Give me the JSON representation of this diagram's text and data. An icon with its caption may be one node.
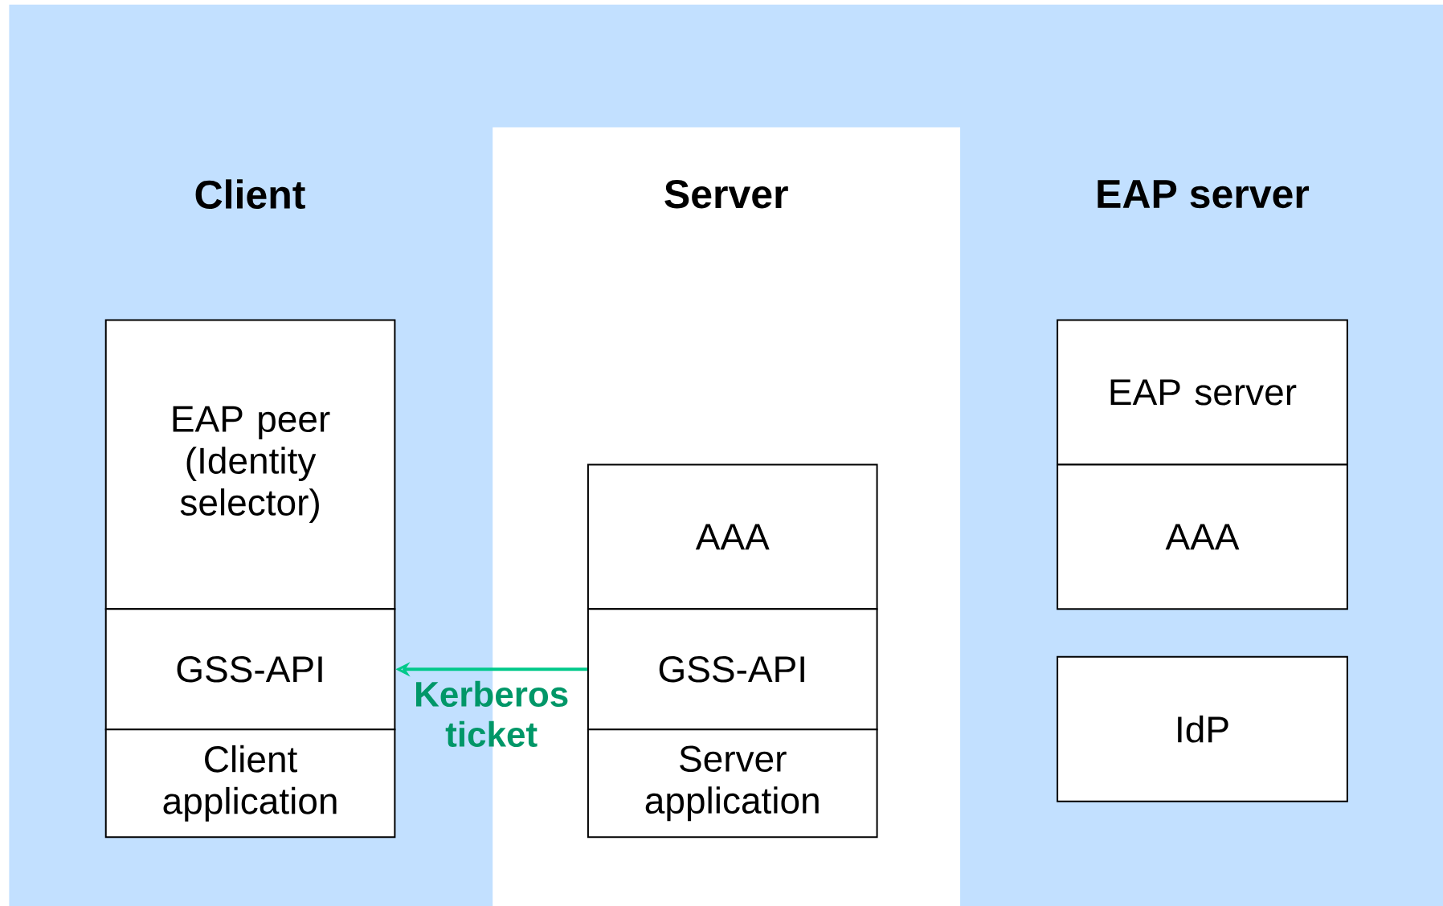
{
  "diagram": {
    "nodes": [
      {
        "text": [
          "Client"
        ]
      },
      {
        "text": [
          "EAP peer (Identity selector)"
        ],
        "in": 0
      },
      {
        "text": [
          "GSS-API"
        ],
        "in": 0
      },
      {
        "text": [
          "Client application"
        ],
        "in": 0
      },
      {
        "text": [
          "Server"
        ]
      },
      {
        "text": [
          "AAA"
        ],
        "in": 4
      },
      {
        "text": [
          "GSS-API"
        ],
        "in": 4
      },
      {
        "text": [
          "Server application"
        ],
        "in": 4
      },
      {
        "text": [
          "EAP server"
        ]
      },
      {
        "text": [
          "EAP server"
        ],
        "in": 8
      },
      {
        "text": [
          "AAA"
        ],
        "in": 8
      },
      {
        "text": [
          "IdP"
        ],
        "in": 8
      }
    ],
    "edges": [
      {
        "from": 6,
        "to": 2,
        "arrow": "to",
        "label": "Kerberos ticket",
        "color": "#00c98a"
      }
    ]
  }
}
